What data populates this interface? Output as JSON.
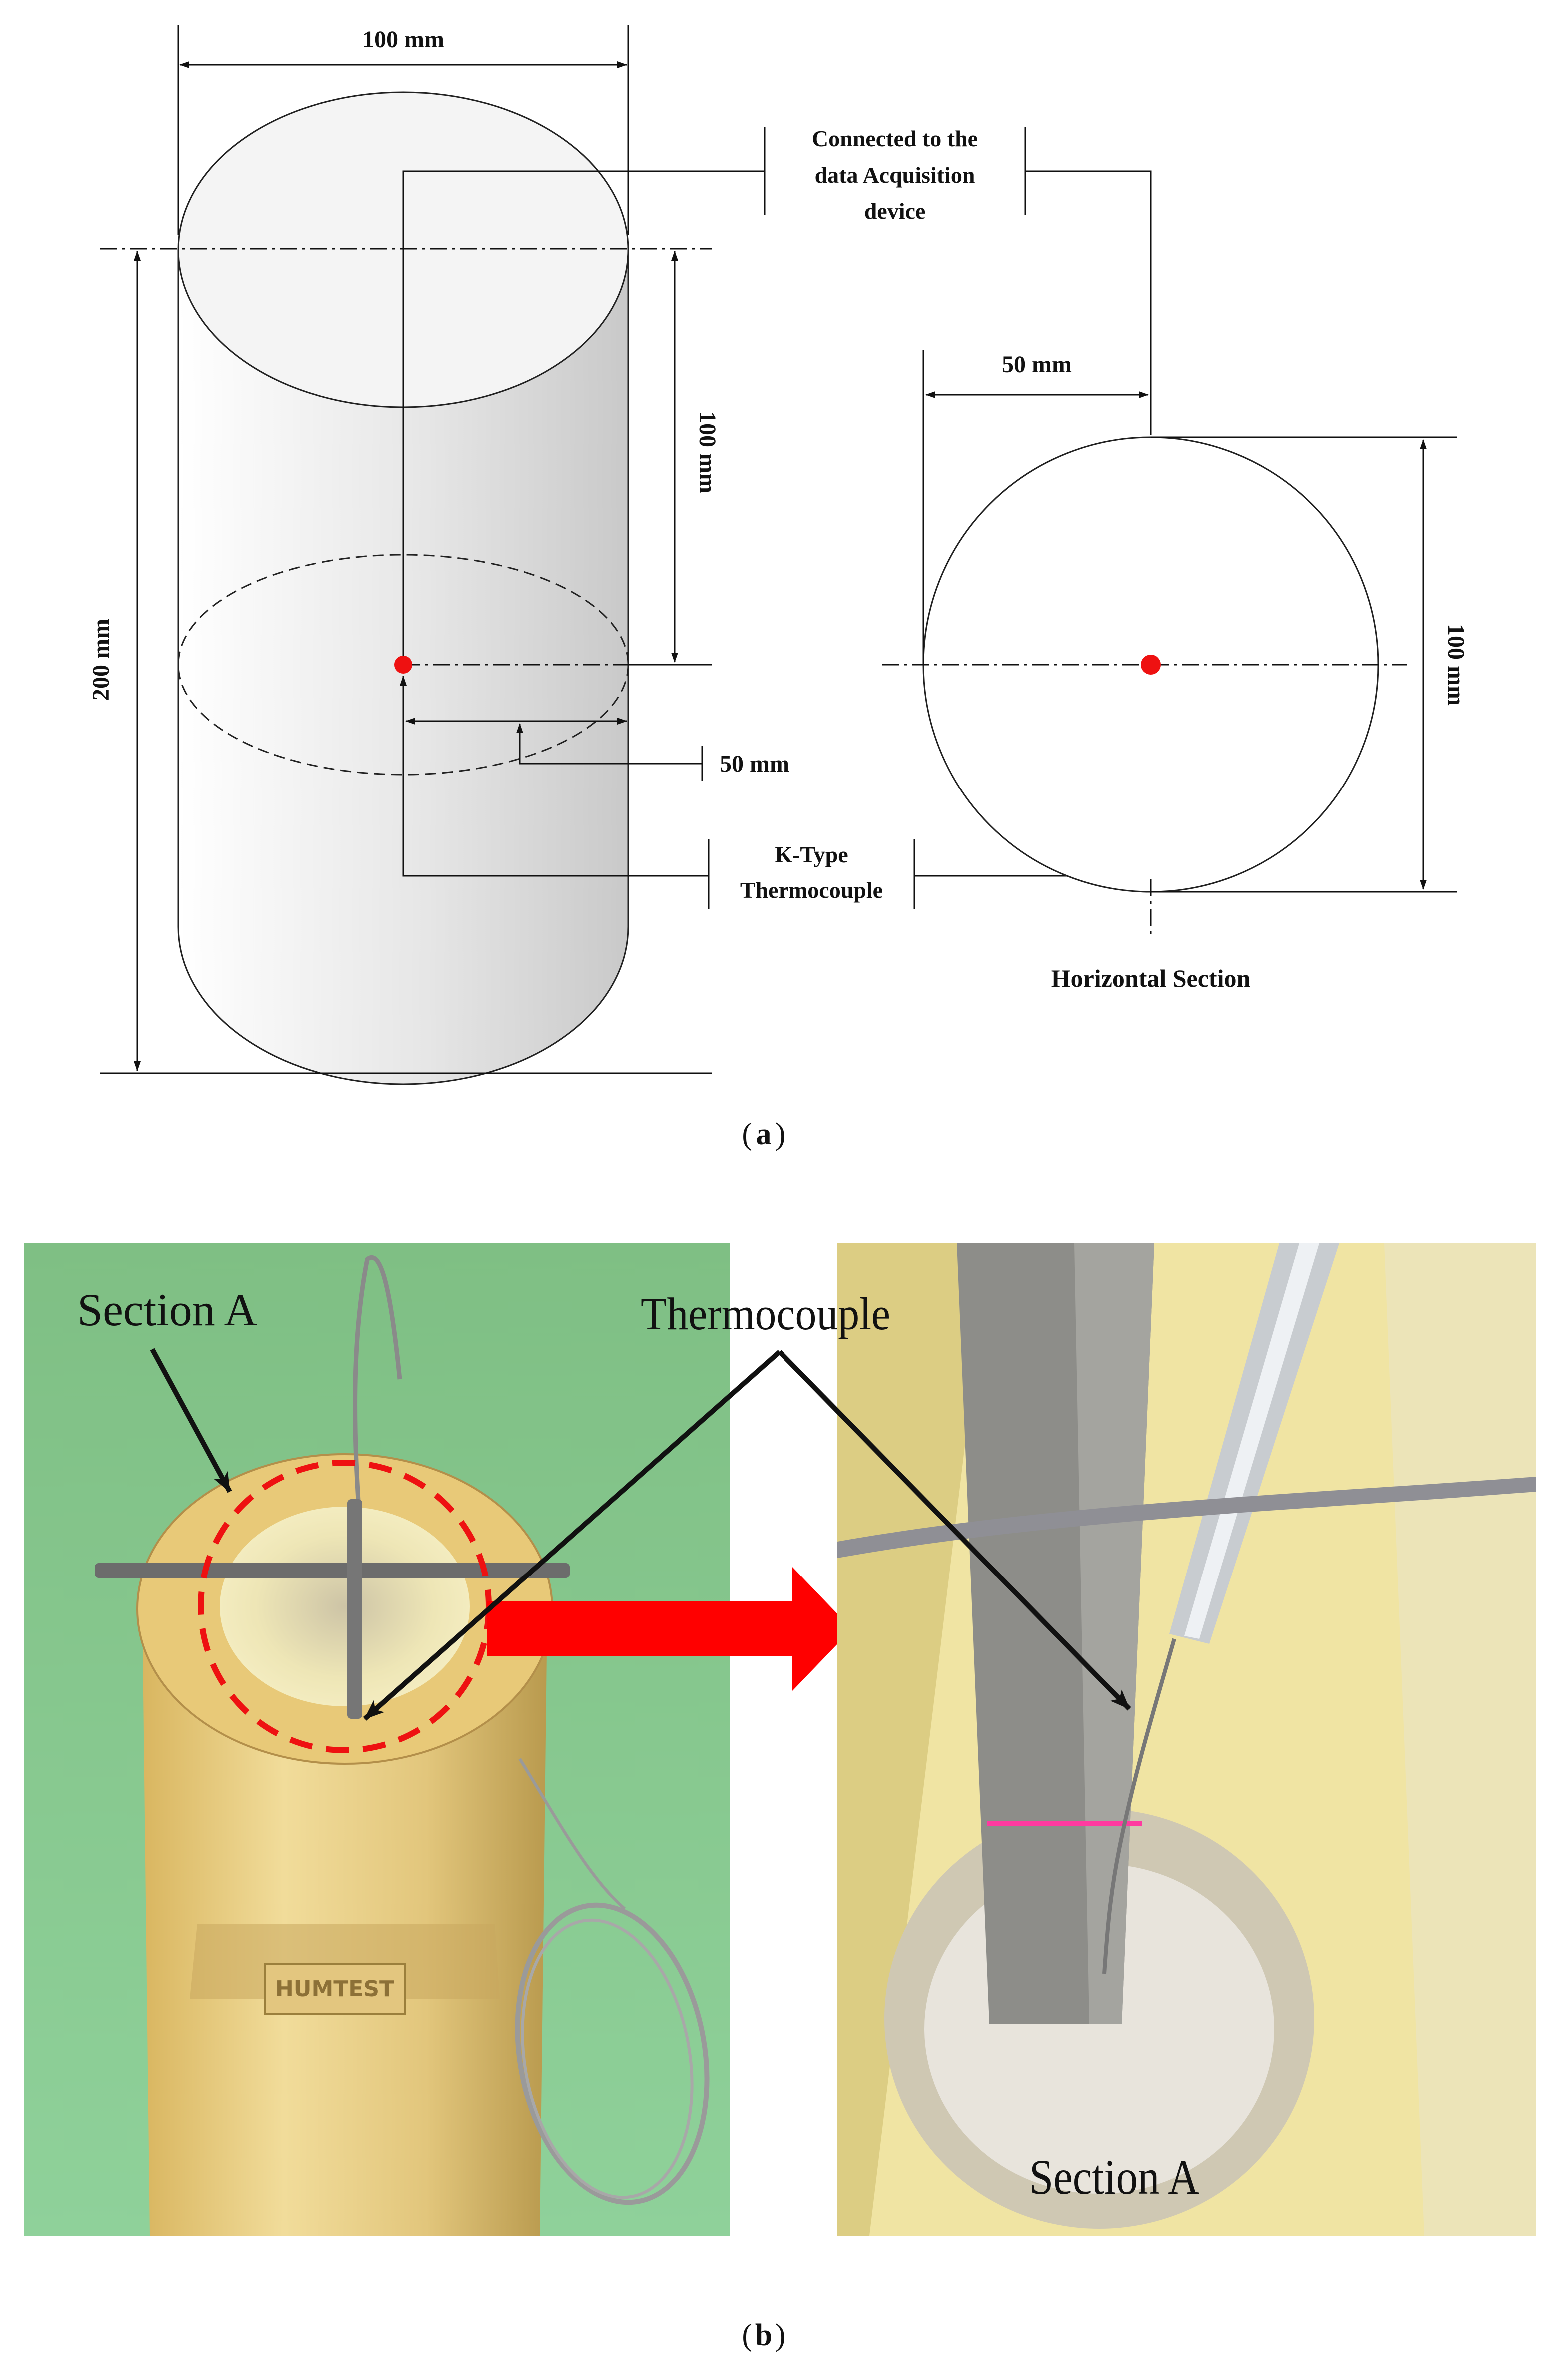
{
  "panel_a": {
    "dims": {
      "top_width": "100 mm",
      "height": "200 mm",
      "upper_half": "100 mm",
      "radius_cyl": "50 mm",
      "radius_sec": "50 mm",
      "sec_diameter": "100 mm"
    },
    "labels": {
      "daq_line1": "Connected to the",
      "daq_line2": "data Acquisition",
      "daq_line3": "device",
      "tc_line1": "K-Type",
      "tc_line2": "Thermocouple",
      "section_title": "Horizontal Section"
    },
    "caption_letter": "a"
  },
  "panel_b": {
    "left_label": "Section A",
    "center_label": "Thermocouple",
    "right_label": "Section A",
    "stamp_text": "HUMTEST",
    "caption_letter": "b"
  },
  "colors": {
    "sensor_dot": "#ee1111",
    "arrow_red": "#ff0000",
    "photo_bg": "#86c48a",
    "mould": "#dcc27a"
  }
}
